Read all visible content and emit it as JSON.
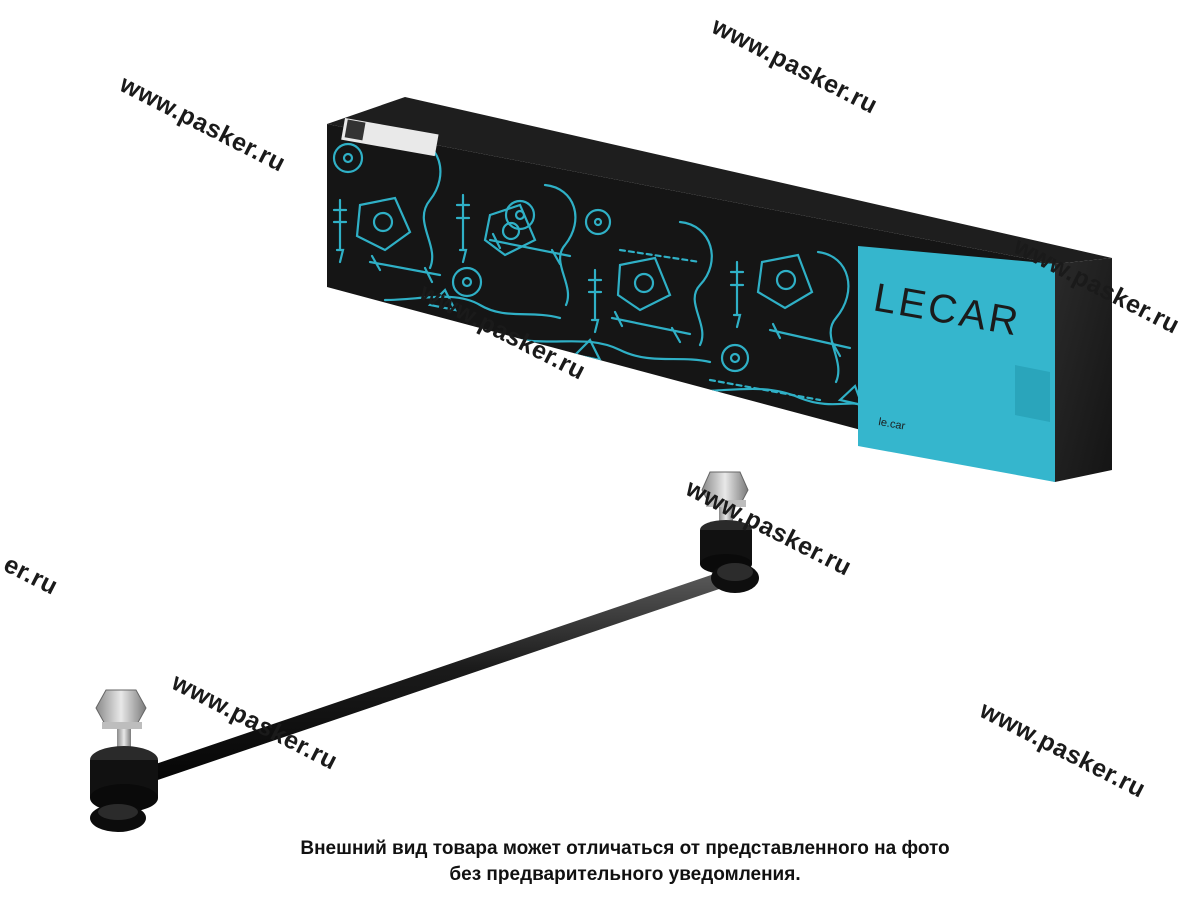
{
  "box": {
    "brand_logo": "LECAR",
    "website": "le.car",
    "colors": {
      "box_black": "#151515",
      "accent_cyan": "#35b6cd",
      "pattern_line": "#2fb0c6"
    }
  },
  "product": {
    "icon": "stabilizer-link-icon"
  },
  "watermarks": [
    "www.pasker.ru",
    "www.pasker.ru",
    "www.pasker.ru",
    "www.pasker.ru",
    "er.ru",
    "www.pasker.ru",
    "www.pasker.ru",
    "www.pasker.ru"
  ],
  "caption": {
    "line1": "Внешний вид товара может отличаться от представленного на фото",
    "line2": "без предварительного уведомления."
  }
}
